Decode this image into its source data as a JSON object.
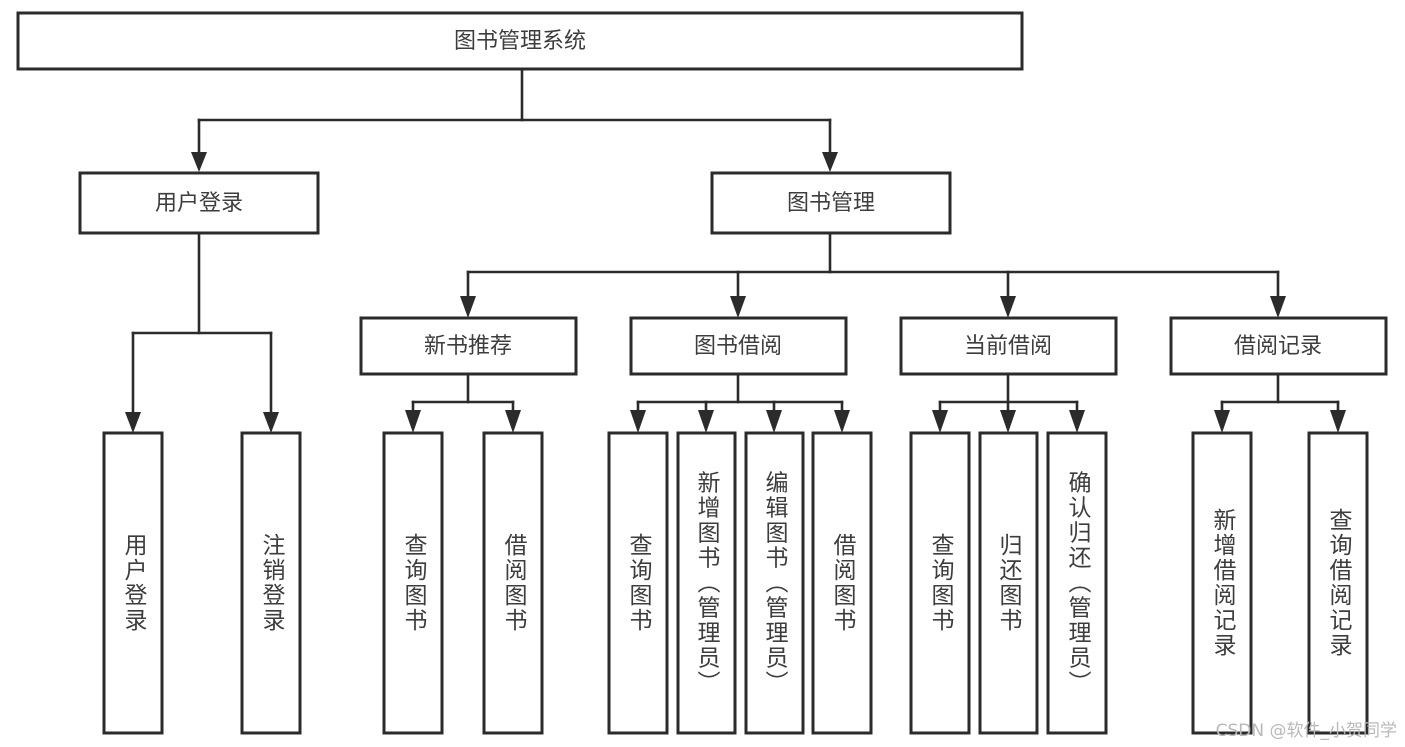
{
  "diagram": {
    "title": "图书管理系统",
    "type": "tree-hierarchy",
    "root": {
      "id": "root",
      "label": "图书管理系统",
      "orientation": "horizontal"
    },
    "level1": [
      {
        "id": "user-login",
        "label": "用户登录",
        "orientation": "horizontal"
      },
      {
        "id": "book-manage",
        "label": "图书管理",
        "orientation": "horizontal"
      }
    ],
    "level2": [
      {
        "id": "new-book-recommend",
        "label": "新书推荐",
        "orientation": "horizontal",
        "parent": "book-manage"
      },
      {
        "id": "book-borrow",
        "label": "图书借阅",
        "orientation": "horizontal",
        "parent": "book-manage"
      },
      {
        "id": "current-borrow",
        "label": "当前借阅",
        "orientation": "horizontal",
        "parent": "book-manage"
      },
      {
        "id": "borrow-record",
        "label": "借阅记录",
        "orientation": "horizontal",
        "parent": "book-manage"
      }
    ],
    "leaves": {
      "user_login": [
        {
          "id": "leaf-user-login",
          "label": "用户登录",
          "orientation": "vertical"
        },
        {
          "id": "leaf-user-logout",
          "label": "注销登录",
          "orientation": "vertical"
        }
      ],
      "new_book_recommend": [
        {
          "id": "leaf-query-book-1",
          "label": "查询图书",
          "orientation": "vertical"
        },
        {
          "id": "leaf-borrow-book-1",
          "label": "借阅图书",
          "orientation": "vertical"
        }
      ],
      "book_borrow": [
        {
          "id": "leaf-query-book-2",
          "label": "查询图书",
          "orientation": "vertical"
        },
        {
          "id": "leaf-add-book",
          "label": "新增图书（管理员）",
          "orientation": "vertical"
        },
        {
          "id": "leaf-edit-book",
          "label": "编辑图书（管理员）",
          "orientation": "vertical"
        },
        {
          "id": "leaf-borrow-book-2",
          "label": "借阅图书",
          "orientation": "vertical"
        }
      ],
      "current_borrow": [
        {
          "id": "leaf-query-book-3",
          "label": "查询图书",
          "orientation": "vertical"
        },
        {
          "id": "leaf-return-book",
          "label": "归还图书",
          "orientation": "vertical"
        },
        {
          "id": "leaf-confirm-return",
          "label": "确认归还（管理员）",
          "orientation": "vertical"
        }
      ],
      "borrow_record": [
        {
          "id": "leaf-add-record",
          "label": "新增借阅记录",
          "orientation": "vertical"
        },
        {
          "id": "leaf-query-record",
          "label": "查询借阅记录",
          "orientation": "vertical"
        }
      ]
    },
    "colors": {
      "stroke": "#2b2b2b",
      "fill": "#ffffff",
      "text": "#3d3d3d",
      "watermark": "#b9b9b9"
    }
  },
  "watermark": {
    "text": "CSDN @软件_小贺同学"
  }
}
